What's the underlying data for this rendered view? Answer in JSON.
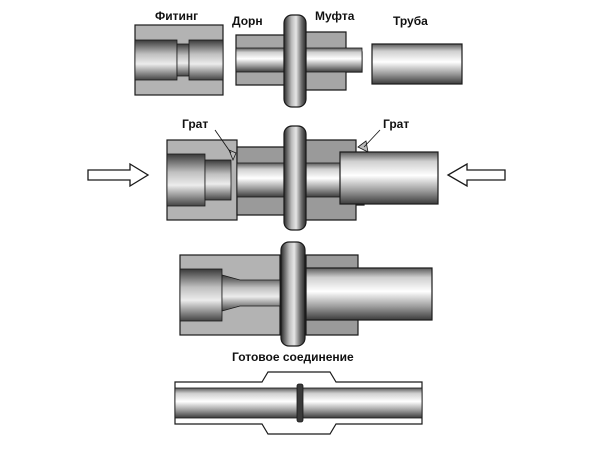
{
  "labels": {
    "fitting": "Фитинг",
    "mandrel": "Дорн",
    "sleeve": "Муфта",
    "pipe": "Труба",
    "burr_left": "Грат",
    "burr_right": "Грат",
    "finished_joint": "Готовое соединение"
  },
  "colors": {
    "outline": "#1a1a1a",
    "steel_light": "#f2f2f2",
    "steel_mid": "#a8a8a8",
    "steel_dark": "#3a3a3a",
    "sleeve_gray": "#9a9a9a"
  }
}
